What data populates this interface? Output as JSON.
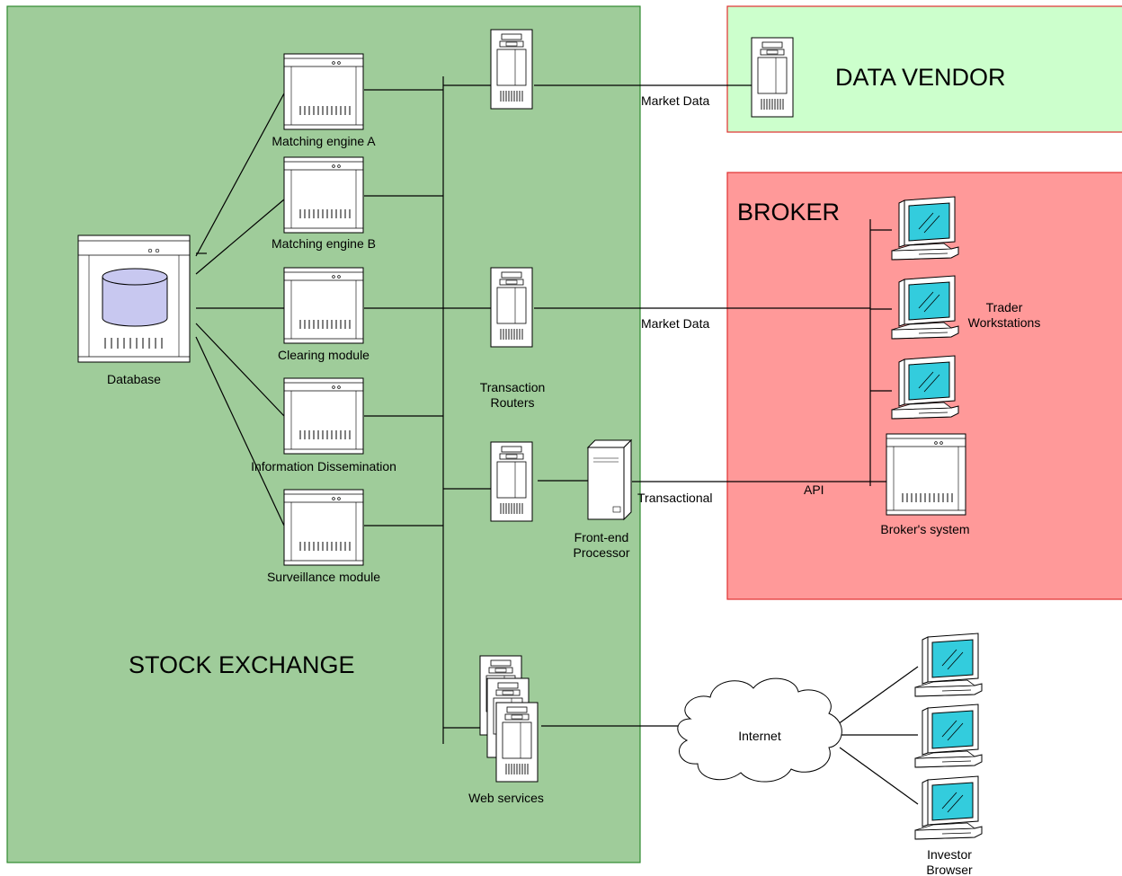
{
  "zones": {
    "stock_exchange": "STOCK EXCHANGE",
    "data_vendor": "DATA VENDOR",
    "broker": "BROKER"
  },
  "nodes": {
    "database": "Database",
    "matching_a": "Matching engine A",
    "matching_b": "Matching engine B",
    "clearing": "Clearing module",
    "info_dissem": "Information Dissemination",
    "surveillance": "Surveillance module",
    "routers_line1": "Transaction",
    "routers_line2": "Routers",
    "fep_line1": "Front-end",
    "fep_line2": "Processor",
    "web_services": "Web services",
    "internet": "Internet",
    "broker_system": "Broker's system",
    "trader_line1": "Trader",
    "trader_line2": "Workstations",
    "investor_line1": "Investor",
    "investor_line2": "Browser"
  },
  "links": {
    "market_data_vendor": "Market Data",
    "market_data_broker": "Market Data",
    "transactional": "Transactional",
    "api": "API"
  },
  "colors": {
    "stock_exchange_fill": "#9fcc9a",
    "stock_exchange_border": "#2f8a2f",
    "data_vendor_fill": "#ccffcc",
    "broker_fill": "#ff9999",
    "zone_border_red": "#e03030",
    "screen": "#33ccdd",
    "disk": "#c8c8f0"
  }
}
